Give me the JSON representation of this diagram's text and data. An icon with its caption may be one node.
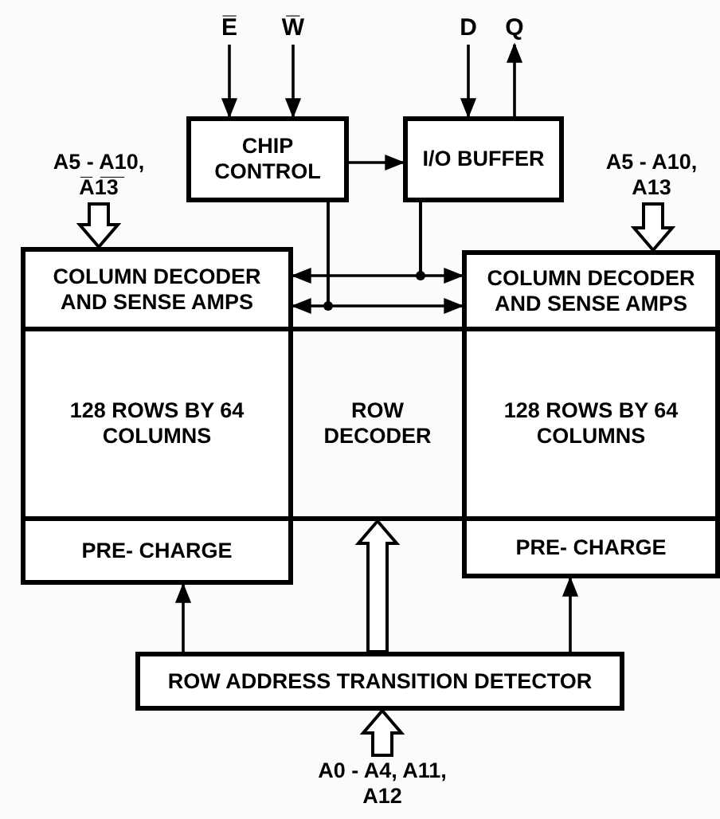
{
  "diagram": {
    "nodes": [
      {
        "text": [
          "E̅"
        ]
      },
      {
        "text": [
          "W̅"
        ]
      },
      {
        "text": [
          "D"
        ]
      },
      {
        "text": [
          "Q"
        ]
      },
      {
        "text": [
          "CHIP CONTROL"
        ]
      },
      {
        "text": [
          "I/O BUFFER"
        ]
      },
      {
        "text": [
          "A5 - A10, A̅1̅3̅"
        ]
      },
      {
        "text": [
          "A5 - A10, A13"
        ]
      },
      {
        "text": [
          "COLUMN DECODER AND SENSE AMPS"
        ]
      },
      {
        "text": [
          "COLUMN DECODER AND SENSE AMPS"
        ]
      },
      {
        "text": [
          "128 ROWS BY 64 COLUMNS"
        ]
      },
      {
        "text": [
          "ROW DECODER"
        ]
      },
      {
        "text": [
          "128 ROWS BY 64 COLUMNS"
        ]
      },
      {
        "text": [
          "PRE- CHARGE"
        ]
      },
      {
        "text": [
          "PRE- CHARGE"
        ]
      },
      {
        "text": [
          "ROW ADDRESS TRANSITION DETECTOR"
        ]
      },
      {
        "text": [
          "A0 - A4, A11, A12"
        ]
      }
    ],
    "edges": [
      {
        "from": 0,
        "to": 4,
        "arrow": "to"
      },
      {
        "from": 1,
        "to": 4,
        "arrow": "to"
      },
      {
        "from": 2,
        "to": 5,
        "arrow": "to"
      },
      {
        "from": 5,
        "to": 3,
        "arrow": "to"
      },
      {
        "from": 4,
        "to": 5,
        "arrow": "to"
      },
      {
        "from": 4,
        "to": 8,
        "arrow": "to"
      },
      {
        "from": 4,
        "to": 9,
        "arrow": "to"
      },
      {
        "from": 5,
        "to": 8,
        "arrow": "to"
      },
      {
        "from": 5,
        "to": 9,
        "arrow": "to"
      },
      {
        "from": 6,
        "to": 8,
        "arrow": "to",
        "style": "thick"
      },
      {
        "from": 7,
        "to": 9,
        "arrow": "to",
        "style": "thick"
      },
      {
        "from": 15,
        "to": 13,
        "arrow": "to"
      },
      {
        "from": 15,
        "to": 14,
        "arrow": "to"
      },
      {
        "from": 15,
        "to": 11,
        "arrow": "to",
        "style": "thick"
      },
      {
        "from": 16,
        "to": 15,
        "arrow": "to",
        "style": "thick"
      }
    ]
  }
}
